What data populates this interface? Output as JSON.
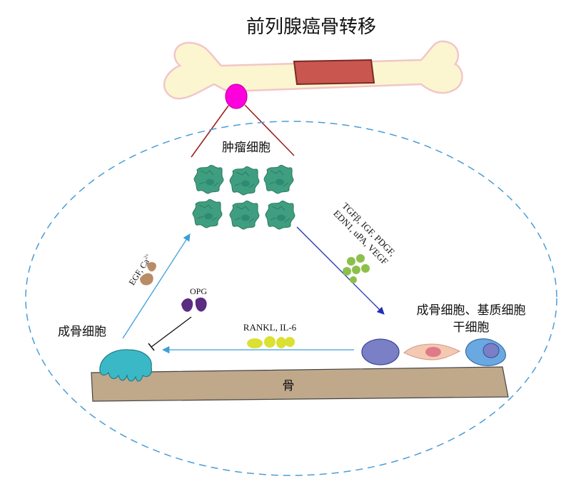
{
  "title": "前列腺癌骨转移",
  "labels": {
    "tumor_cells": "肿瘤细胞",
    "osteoblast_left": "成骨细胞",
    "osteoblast_stromal_line1": "成骨细胞、基质细胞",
    "osteoblast_stromal_line2": "干细胞",
    "bone": "骨"
  },
  "factors": {
    "tumor_to_stroma_line1": "TGFβ, IGF, PDGF,",
    "tumor_to_stroma_line2": "EDN1, uPA, VEGF",
    "egf": "EGF, Ca",
    "egf_superscript": "2+",
    "opg": "OPG",
    "rankl": "RANKL, IL-6"
  },
  "colors": {
    "bone_fill": "#fbf6cf",
    "bone_outline": "#f2c6c9",
    "marrow": "#c9574f",
    "tumor_focus": "#ff00dd",
    "tumor_cell": "#3f9e80",
    "bone_bar": "#c0a88a",
    "osteoclast": "#3bb8c6",
    "opg": "#5c2b82",
    "egf": "#b98c66",
    "growth_factor_blobs": "#8cc04a",
    "rankl_blobs": "#dbe033",
    "dashed_oval": "#4a9dd6",
    "arrow_blue": "#3aa0d8",
    "arrow_navy": "#1f2fb8",
    "lines_red": "#9a1b1b"
  }
}
